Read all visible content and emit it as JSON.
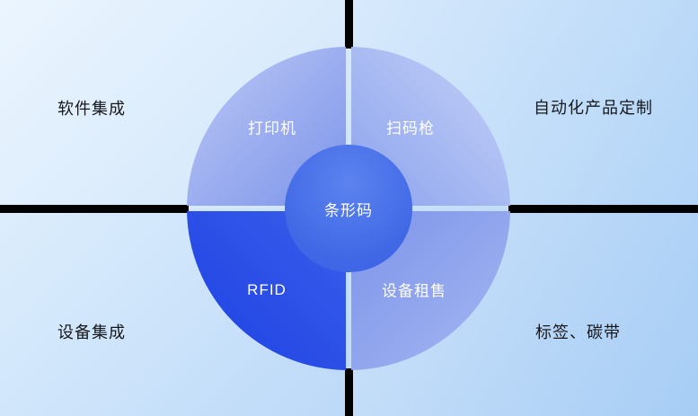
{
  "diagram": {
    "center": {
      "label": "条形码"
    },
    "ring": [
      {
        "id": "printer",
        "label": "打印机",
        "position": "top-left"
      },
      {
        "id": "scanner",
        "label": "扫码枪",
        "position": "top-right"
      },
      {
        "id": "rfid",
        "label": "RFID",
        "position": "bottom-left"
      },
      {
        "id": "rental",
        "label": "设备租售",
        "position": "bottom-right"
      }
    ],
    "corners": [
      {
        "label": "软件集成",
        "position": "top-left"
      },
      {
        "label": "自动化产品定制",
        "position": "top-right"
      },
      {
        "label": "设备集成",
        "position": "bottom-left"
      },
      {
        "label": "标签、碳带",
        "position": "bottom-right"
      }
    ],
    "colors": {
      "rfid_blue": "#1c40e2",
      "center_blue": "#4068e6",
      "soft_ring_blue": "#7d94ea",
      "divider_black": "#000000",
      "background_light_blue": "#cfe4fa",
      "label_white": "#ffffff",
      "caption_dark": "#16181c"
    }
  }
}
